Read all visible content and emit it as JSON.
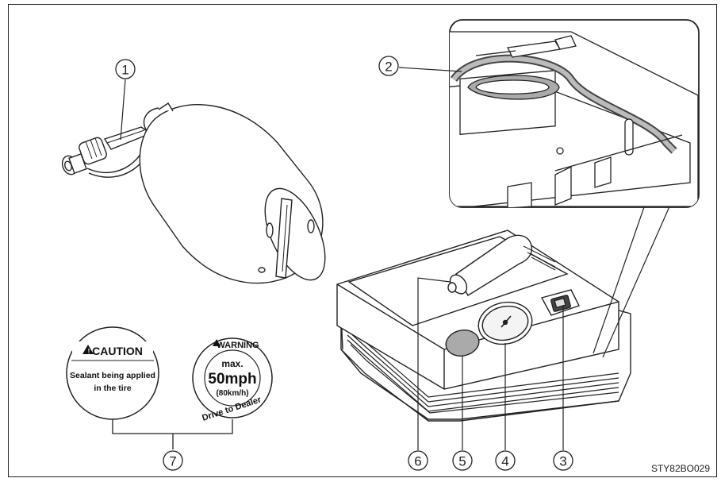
{
  "callouts": [
    "1",
    "2",
    "3",
    "4",
    "5",
    "6",
    "7"
  ],
  "caution_label": {
    "heading": "CAUTION",
    "line1": "Sealant being applied",
    "line2": "in the tire"
  },
  "warning_label": {
    "heading": "WARNING",
    "max": "max.",
    "speed": "50mph",
    "metric": "(80km/h)",
    "bottom": "Drive to Dealer"
  },
  "figure_code": "STY82BO029"
}
